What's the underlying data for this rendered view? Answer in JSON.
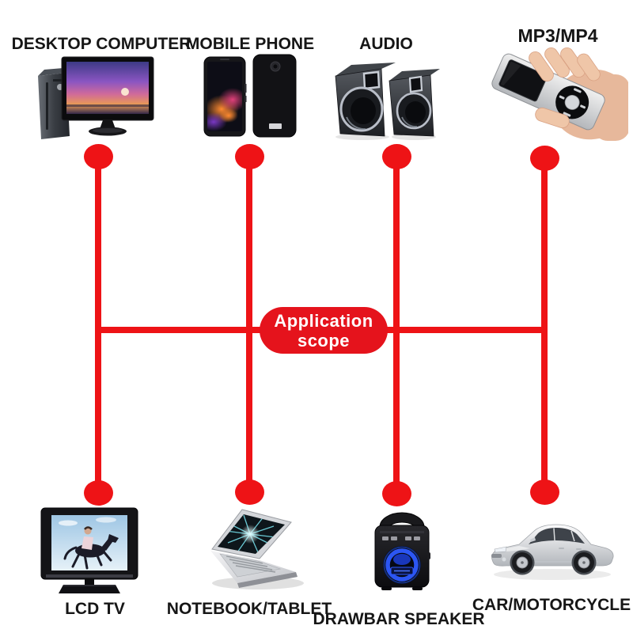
{
  "page": {
    "background": "#ffffff"
  },
  "colors": {
    "connector_red": "#ee1316",
    "badge_red": "#e5131c",
    "badge_text": "#ffffff",
    "label_text": "#161616"
  },
  "badge": {
    "line1": "Application",
    "line2": "scope"
  },
  "devices": {
    "top": [
      {
        "id": "desktop-computer",
        "label": "DESKTOP COMPUTER",
        "icon": "desktop-computer-icon"
      },
      {
        "id": "mobile-phone",
        "label": "MOBILE PHONE",
        "icon": "mobile-phone-icon"
      },
      {
        "id": "audio",
        "label": "AUDIO",
        "icon": "speakers-icon"
      },
      {
        "id": "mp3-mp4",
        "label": "MP3/MP4",
        "icon": "mp3-player-icon"
      }
    ],
    "bottom": [
      {
        "id": "lcd-tv",
        "label": "LCD TV",
        "icon": "lcd-tv-icon"
      },
      {
        "id": "notebook-tablet",
        "label": "NOTEBOOK/TABLET",
        "icon": "laptop-icon"
      },
      {
        "id": "drawbar-speaker",
        "label": "DRAWBAR SPEAKER",
        "icon": "portable-speaker-icon"
      },
      {
        "id": "car-motorcycle",
        "label": "CAR/MOTORCYCLE",
        "icon": "car-icon"
      }
    ]
  }
}
